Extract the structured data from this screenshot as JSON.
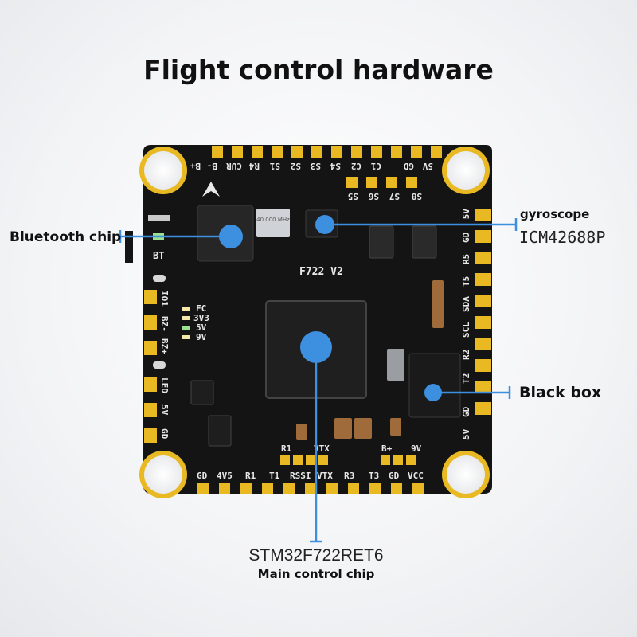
{
  "title": "Flight control hardware",
  "callouts": {
    "bluetooth": "Bluetooth chip",
    "gyro_title": "gyroscope",
    "gyro_part": "ICM42688P",
    "blackbox": "Black box",
    "mcu_part": "STM32F722RET6",
    "mcu_title": "Main control chip"
  },
  "board": {
    "version": "F722  V2",
    "crystal": "40.000 MHz",
    "bt_mark": "BT",
    "top_pads": [
      "B+",
      "B-",
      "CUR",
      "R4",
      "S1",
      "S2",
      "S3",
      "S4",
      "C2",
      "C1",
      "GD",
      "5V"
    ],
    "top_inner_pads": [
      "S5",
      "S6",
      "S7",
      "S8"
    ],
    "right_pads": [
      "5V",
      "GD",
      "R5",
      "T5",
      "SDA",
      "SCL",
      "R2",
      "T2",
      "GD",
      "5V"
    ],
    "left_pads": [
      "IO1",
      "BZ-",
      "BZ+",
      "LED",
      "5V",
      "GD"
    ],
    "left_status": [
      "FC",
      "3V3",
      "5V",
      "9V"
    ],
    "bottom_pads": [
      "GD",
      "4V5",
      "R1",
      "T1",
      "RSSI",
      "VTX",
      "R3",
      "T3",
      "GD",
      "VCC"
    ],
    "bottom_upper": [
      "R1",
      "VTX",
      "B+",
      "9V"
    ]
  },
  "colors": {
    "pcb": "#141414",
    "pad": "#e8b923",
    "silk": "#e8e8e8",
    "accent": "#3d8fe0"
  }
}
